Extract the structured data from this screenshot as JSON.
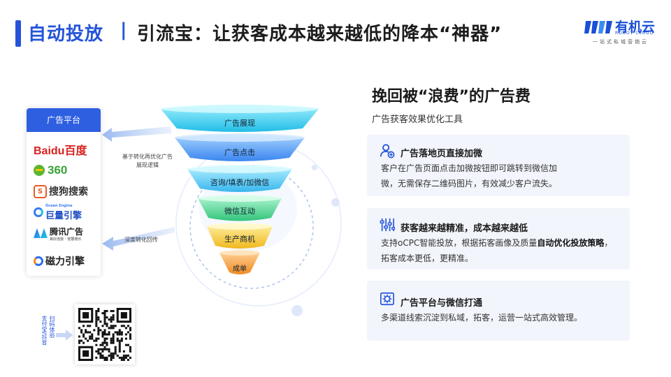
{
  "header": {
    "title_main": "自动投放",
    "title_sep": "|",
    "title_sub": "引流宝：让获客成本越来越低的降本“神器”"
  },
  "logo": {
    "name": "有机云",
    "english": "ROBOT CLOUD",
    "tagline": "一站式私域营销云"
  },
  "platforms": {
    "title": "广告平台",
    "items": [
      "Baidu百度",
      "360",
      "搜狗搜索",
      "巨量引擎",
      "腾讯广告",
      "磁力引擎"
    ],
    "ocean_small": "Ocean Engine",
    "tencent_small": "美好连接 · 智慧增长"
  },
  "arrows": {
    "upper_label_1": "基于转化再优化广告",
    "upper_label_2": "展现逻辑",
    "lower_label": "深度转化回传"
  },
  "funnel": {
    "stages": [
      "广告展现",
      "广告点击",
      "咨询/填表/加微信",
      "微信互动",
      "生产商机",
      "成单"
    ]
  },
  "qr": {
    "caption_1": "支付宝/抖音",
    "caption_2": "扫码体验"
  },
  "right": {
    "title": "挽回被“浪费”的广告费",
    "subtitle": "广告获客效果优化工具",
    "cards": [
      {
        "icon": "user-add-icon",
        "title": "广告落地页直接加微",
        "lines": [
          "客户在广告页面点击加微按钮即可跳转到微信加",
          "微，无需保存二维码图片，有效减少客户流失。"
        ]
      },
      {
        "icon": "sliders-icon",
        "title": "获客越来越精准，成本越来越低",
        "line1_pre": "支持oCPC智能投放，根据拓客画像及质量",
        "line1_bold": "自动优化投放策略",
        "line1_post": "，",
        "line2": "拓客成本更低，更精准。"
      },
      {
        "icon": "gear-settings-icon",
        "title": "广告平台与微信打通",
        "lines": [
          "多渠道线索沉淀到私域，拓客，运营一站式高效管理。"
        ]
      }
    ]
  },
  "colors": {
    "brand_blue": "#2554d9",
    "funnel_cyan": "#2ec8e8",
    "funnel_blue": "#3a86f0",
    "funnel_green": "#3fcf8a",
    "funnel_yellow": "#f2c230",
    "funnel_orange": "#f29a2e"
  }
}
